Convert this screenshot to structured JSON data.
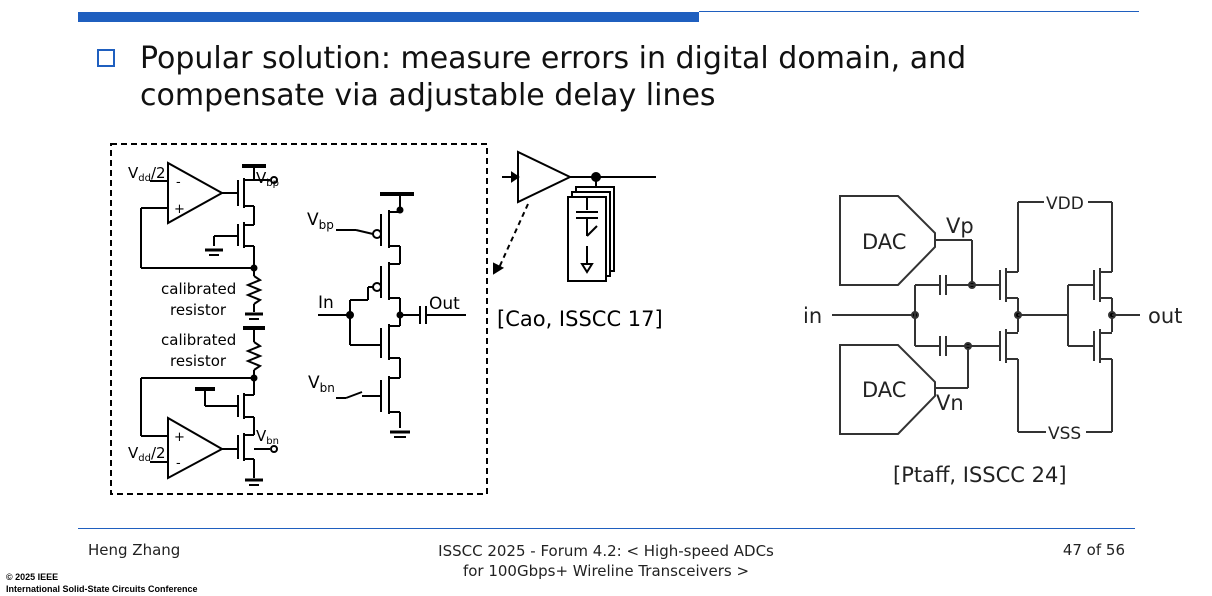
{
  "slide": {
    "title_line1": "Popular solution: measure errors in digital domain, and",
    "title_line2": "compensate via adjustable delay lines"
  },
  "left_circuit": {
    "vdd_half_top": "V",
    "vdd_half_top_sub": "dd",
    "vdd_half_top_suffix": "/2",
    "vbp_out": "V",
    "vbp_out_sub": "bp",
    "calibrated_resistor_1_line1": "calibrated",
    "calibrated_resistor_1_line2": "resistor",
    "calibrated_resistor_2_line1": "calibrated",
    "calibrated_resistor_2_line2": "resistor",
    "vbn_out": "V",
    "vbn_out_sub": "bn",
    "vdd_half_bottom": "V",
    "vdd_half_bottom_sub": "dd",
    "vdd_half_bottom_suffix": "/2",
    "opamp_minus": "-",
    "opamp_plus": "+"
  },
  "delay_cell": {
    "vbp": "V",
    "vbp_sub": "bp",
    "in": "In",
    "out": "Out",
    "vbn": "V",
    "vbn_sub": "bn"
  },
  "cao_ref": "[Cao, ISSCC 17]",
  "ptaff_circuit": {
    "dac_top": "DAC",
    "dac_bottom": "DAC",
    "vp": "Vp",
    "vn": "Vn",
    "vdd": "VDD",
    "vss": "VSS",
    "in": "in",
    "out": "out",
    "ref": "[Ptaff, ISSCC 24]"
  },
  "footer": {
    "author": "Heng Zhang",
    "conference_line1": "ISSCC 2025 - Forum 4.2: < High-speed ADCs",
    "conference_line2": "for 100Gbps+ Wireline Transceivers >",
    "page": "47 of 56",
    "copyright_line1": "© 2025 IEEE",
    "copyright_line2": "International Solid-State Circuits Conference"
  },
  "colors": {
    "accent": "#1f5fbf"
  }
}
